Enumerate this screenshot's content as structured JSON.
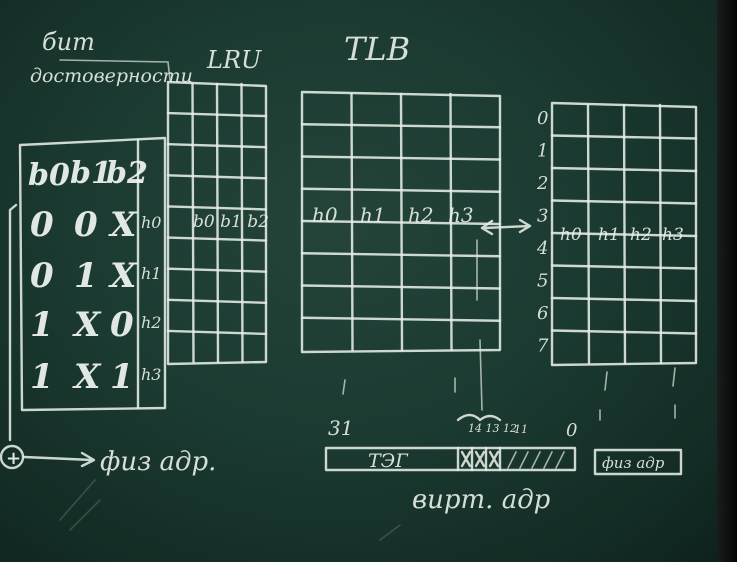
{
  "labels": {
    "bit_line1": "бит",
    "bit_line2": "достоверности",
    "lru": "LRU",
    "tlb": "TLB",
    "b_headers": [
      "b0",
      "b1",
      "b2"
    ],
    "lru_row_label": "b0 b1 b2",
    "sum_symbol": "+",
    "arrow_phys": "физ адр.",
    "virt_addr": "вирт. адр",
    "phys_box": "физ адр",
    "tag": "ТЭГ",
    "bit31": "31",
    "bit0": "0",
    "bits_mid": "14 13 12",
    "bit11": "11"
  },
  "lru_table": [
    {
      "b0": "0",
      "b1": "0",
      "b2": "X",
      "h": "h0"
    },
    {
      "b0": "0",
      "b1": "1",
      "b2": "X",
      "h": "h1"
    },
    {
      "b0": "1",
      "b1": "X",
      "b2": "0",
      "h": "h2"
    },
    {
      "b0": "1",
      "b1": "X",
      "b2": "1",
      "h": "h3"
    }
  ],
  "tlb_row": [
    "h0",
    "h1",
    "h2",
    "h3"
  ],
  "set_row": [
    "h0",
    "h1",
    "h2",
    "h3"
  ],
  "set_indices": [
    "0",
    "1",
    "2",
    "3",
    "4",
    "5",
    "6",
    "7"
  ]
}
